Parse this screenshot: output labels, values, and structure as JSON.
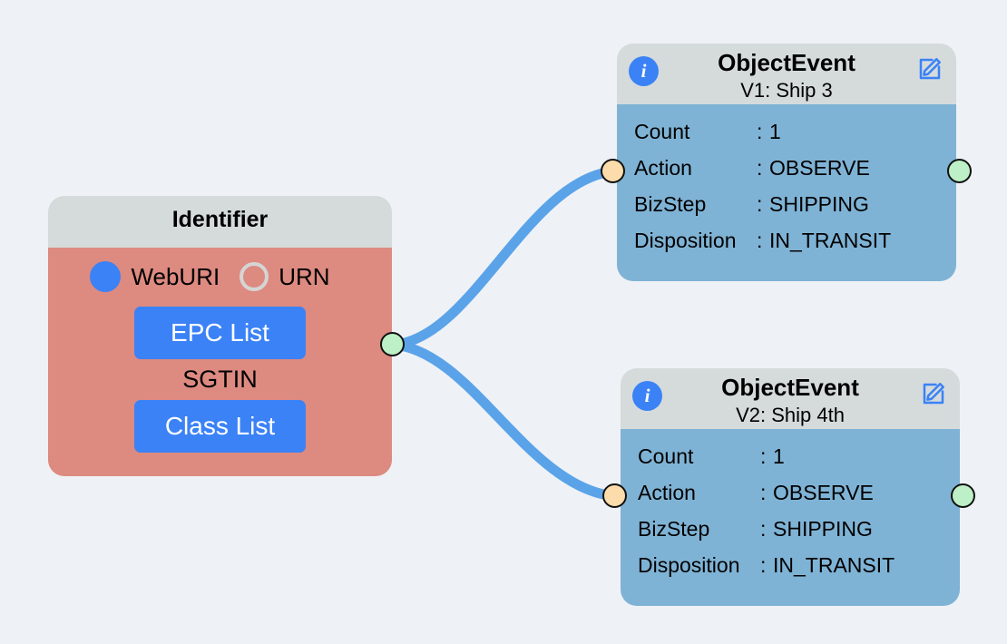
{
  "canvas": {
    "background_color": "#eef2f7",
    "edge_color": "#5ba3e8"
  },
  "nodes": {
    "identifier": {
      "title": "Identifier",
      "header_color": "#d5dbdb",
      "body_color": "#dd8a80",
      "options": [
        {
          "label": "WebURI",
          "selected": true,
          "icon": "filled-radio-icon"
        },
        {
          "label": "URN",
          "selected": false,
          "icon": "empty-radio-icon"
        }
      ],
      "epc_list_button": "EPC List",
      "middle_label": "SGTIN",
      "class_list_button": "Class List",
      "button_color": "#3b82f6"
    },
    "events": [
      {
        "title": "ObjectEvent",
        "subtitle": "V1: Ship 3",
        "header_color": "#d5dbdb",
        "body_color": "#7fb3d5",
        "info_icon": "info-icon",
        "info_glyph": "i",
        "edit_icon": "edit-pencil-icon",
        "separator": ":",
        "properties": [
          {
            "key": "Count",
            "value": "1"
          },
          {
            "key": "Action",
            "value": "OBSERVE"
          },
          {
            "key": "BizStep",
            "value": "SHIPPING"
          },
          {
            "key": "Disposition",
            "value": "IN_TRANSIT"
          }
        ]
      },
      {
        "title": "ObjectEvent",
        "subtitle": "V2: Ship 4th",
        "header_color": "#d5dbdb",
        "body_color": "#7fb3d5",
        "info_icon": "info-icon",
        "info_glyph": "i",
        "edit_icon": "edit-pencil-icon",
        "separator": ":",
        "properties": [
          {
            "key": "Count",
            "value": "1"
          },
          {
            "key": "Action",
            "value": "OBSERVE"
          },
          {
            "key": "BizStep",
            "value": "SHIPPING"
          },
          {
            "key": "Disposition",
            "value": "IN_TRANSIT"
          }
        ]
      }
    ]
  },
  "ports": {
    "identifier_out": {
      "color": "#bdf0c6",
      "kind": "output"
    },
    "event1_in": {
      "color": "#fcdcab",
      "kind": "input"
    },
    "event1_out": {
      "color": "#bdf0c6",
      "kind": "output"
    },
    "event2_in": {
      "color": "#fcdcab",
      "kind": "input"
    },
    "event2_out": {
      "color": "#bdf0c6",
      "kind": "output"
    }
  }
}
